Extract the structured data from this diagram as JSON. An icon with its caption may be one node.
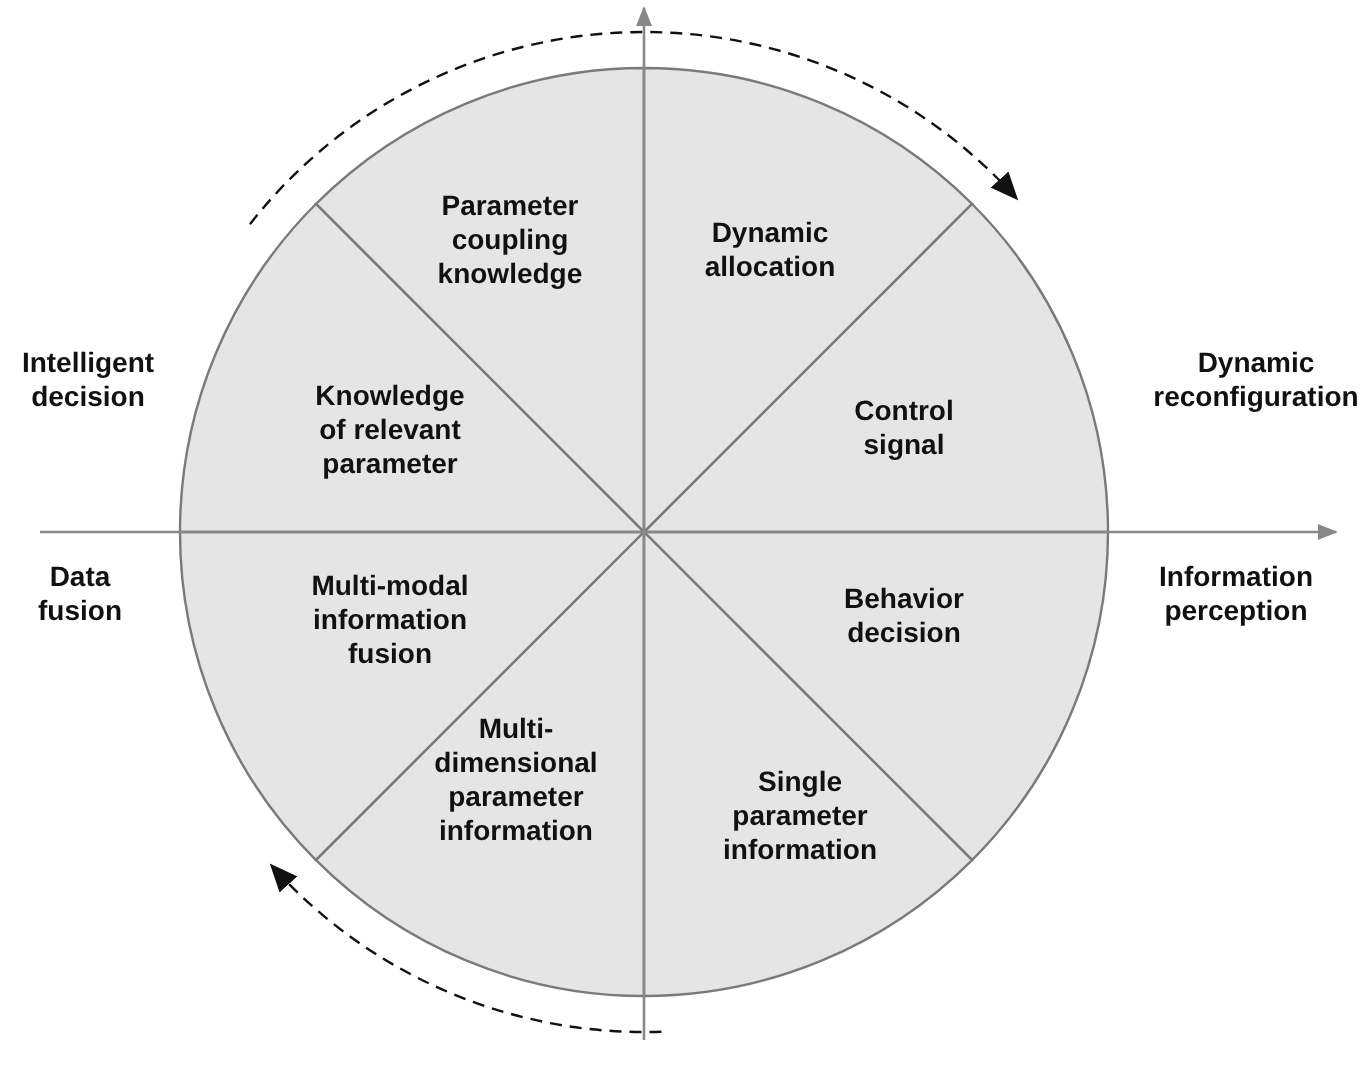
{
  "diagram": {
    "nodes": [
      {
        "text": [
          "Parameter coupling knowledge"
        ]
      },
      {
        "text": [
          "Dynamic allocation"
        ]
      },
      {
        "text": [
          "Knowledge of relevant parameter"
        ]
      },
      {
        "text": [
          "Control signal"
        ]
      },
      {
        "text": [
          "Multi-modal information fusion"
        ]
      },
      {
        "text": [
          "Behavior decision"
        ]
      },
      {
        "text": [
          "Multi-dimensional parameter information"
        ]
      },
      {
        "text": [
          "Single parameter information"
        ]
      }
    ],
    "edges": [],
    "labels": [
      "Intelligent decision",
      "Dynamic reconfiguration",
      "Data fusion",
      "Information perception"
    ]
  }
}
